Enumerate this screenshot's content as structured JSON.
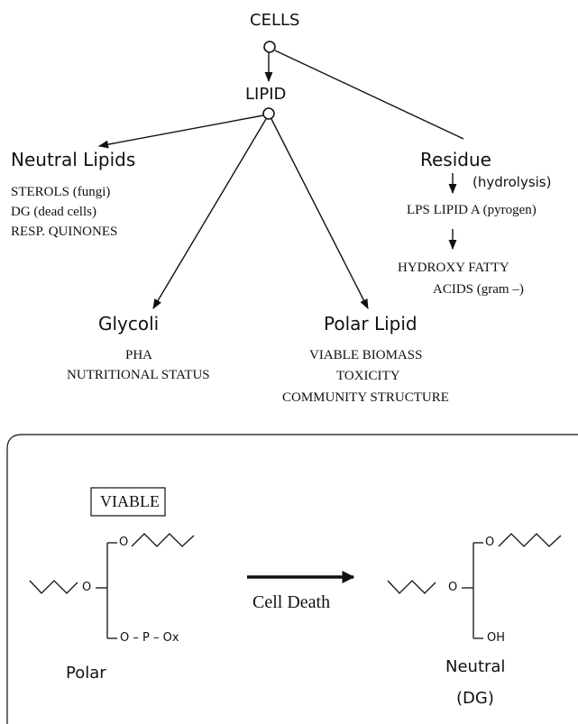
{
  "tree": {
    "root": "CELLS",
    "lipid": "LIPID",
    "neutral": {
      "title": "Neutral Lipids",
      "items": [
        "STEROLS (fungi)",
        "DG (dead cells)",
        "RESP. QUINONES"
      ]
    },
    "residue": {
      "title": "Residue",
      "hydrolysis": "(hydrolysis)",
      "lps": "LPS LIPID A (pyrogen)",
      "hydroxy_line1": "HYDROXY FATTY",
      "hydroxy_line2": "ACIDS (gram –)"
    },
    "glycolipid": {
      "title": "Glycoli",
      "items": [
        "PHA",
        "NUTRITIONAL STATUS"
      ]
    },
    "polar": {
      "title": "Polar Lipid",
      "items": [
        "VIABLE BIOMASS",
        "TOXICITY",
        "COMMUNITY STRUCTURE"
      ]
    }
  },
  "box": {
    "viable_label": "VIABLE",
    "process": "Cell Death",
    "polar": {
      "o_top": "O",
      "o_left": "O",
      "bottom": "O – P – Ox",
      "label": "Polar"
    },
    "neutral": {
      "o_top": "O",
      "o_left": "O",
      "oh": "OH",
      "label": "Neutral",
      "sublabel": "(DG)"
    }
  }
}
